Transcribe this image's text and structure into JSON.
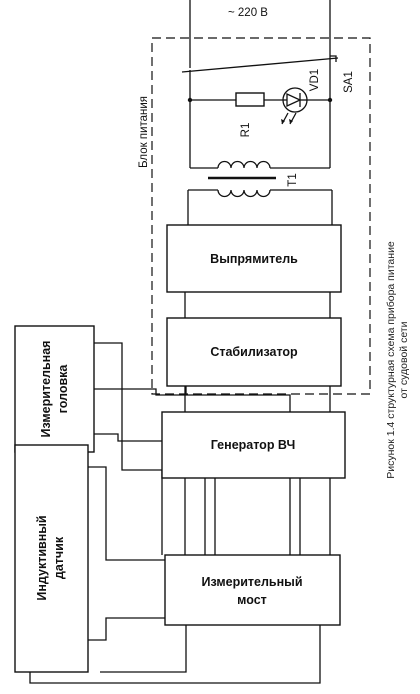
{
  "mains_label": "~ 220 В",
  "switch_label": "SA1",
  "resistor_label": "R1",
  "diode_label": "VD1",
  "transformer_label": "T1",
  "psu_label": "Блок питания",
  "blocks": {
    "rectifier": "Выпрямитель",
    "stabilizer": "Стабилизатор",
    "generator": "Генератор ВЧ",
    "bridge_line1": "Измерительный",
    "bridge_line2": "мост",
    "head_line1": "Измерительная",
    "head_line2": "головка",
    "sensor_line1": "Индуктивный",
    "sensor_line2": "датчик"
  },
  "caption_line1": "Рисунок 1.4 структурная схема прибора питание",
  "caption_line2": "от судовой сети"
}
